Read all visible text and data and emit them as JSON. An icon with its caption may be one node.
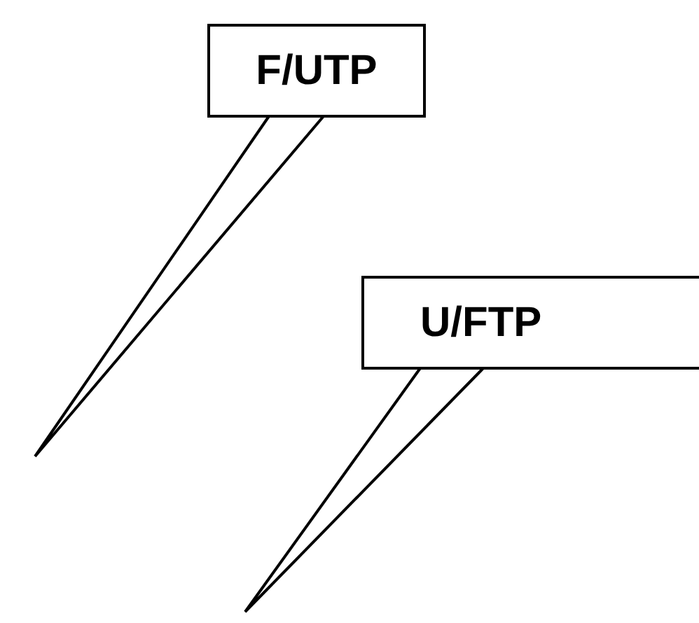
{
  "diagram": {
    "nodes": [
      {
        "text": [
          "F/UTP"
        ]
      },
      {
        "text": [
          "U/FTP"
        ]
      }
    ],
    "edges": [
      {
        "from": 0,
        "to": null,
        "arrow": "none"
      },
      {
        "from": 1,
        "to": null,
        "arrow": "none"
      }
    ]
  }
}
